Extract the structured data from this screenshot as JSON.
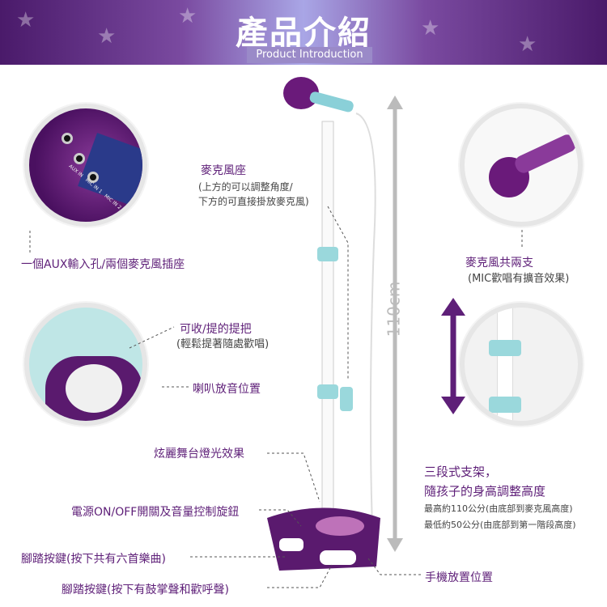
{
  "header": {
    "title": "產品介紹",
    "subtitle": "Product Introduction"
  },
  "colors": {
    "brand": "#5e1f78",
    "accent": "#7ad0d8"
  },
  "callouts": {
    "mic_holder": {
      "title": "麥克風座",
      "line1": "(上方的可以調整角度/",
      "line2": "下方的可直接掛放麥克風)"
    },
    "aux": "一個AUX輸入孔/兩個麥克風插座",
    "mics": {
      "title": "麥克風共兩支",
      "sub": "(MIC歡唱有擴音效果)"
    },
    "handle": {
      "title": "可收/提的提把",
      "sub": "(輕鬆提著隨處歡唱)"
    },
    "speaker": "喇叭放音位置",
    "lights": "炫麗舞台燈光效果",
    "power": "電源ON/OFF開關及音量控制旋鈕",
    "pedal1": "腳踏按鍵(按下共有六首樂曲)",
    "pedal2": "腳踏按鍵(按下有鼓掌聲和歡呼聲)",
    "phone": "手機放置位置",
    "stand": {
      "title1": "三段式支架，",
      "title2": "隨孩子的身高調整高度",
      "max": "最高約110公分(由底部到麥克風高度)",
      "min": "最低約50公分(由底部到第一階段高度)"
    }
  },
  "height_label": "110cm",
  "aux_labels": "AUX IN   MIC IN 1   MIC IN 2"
}
